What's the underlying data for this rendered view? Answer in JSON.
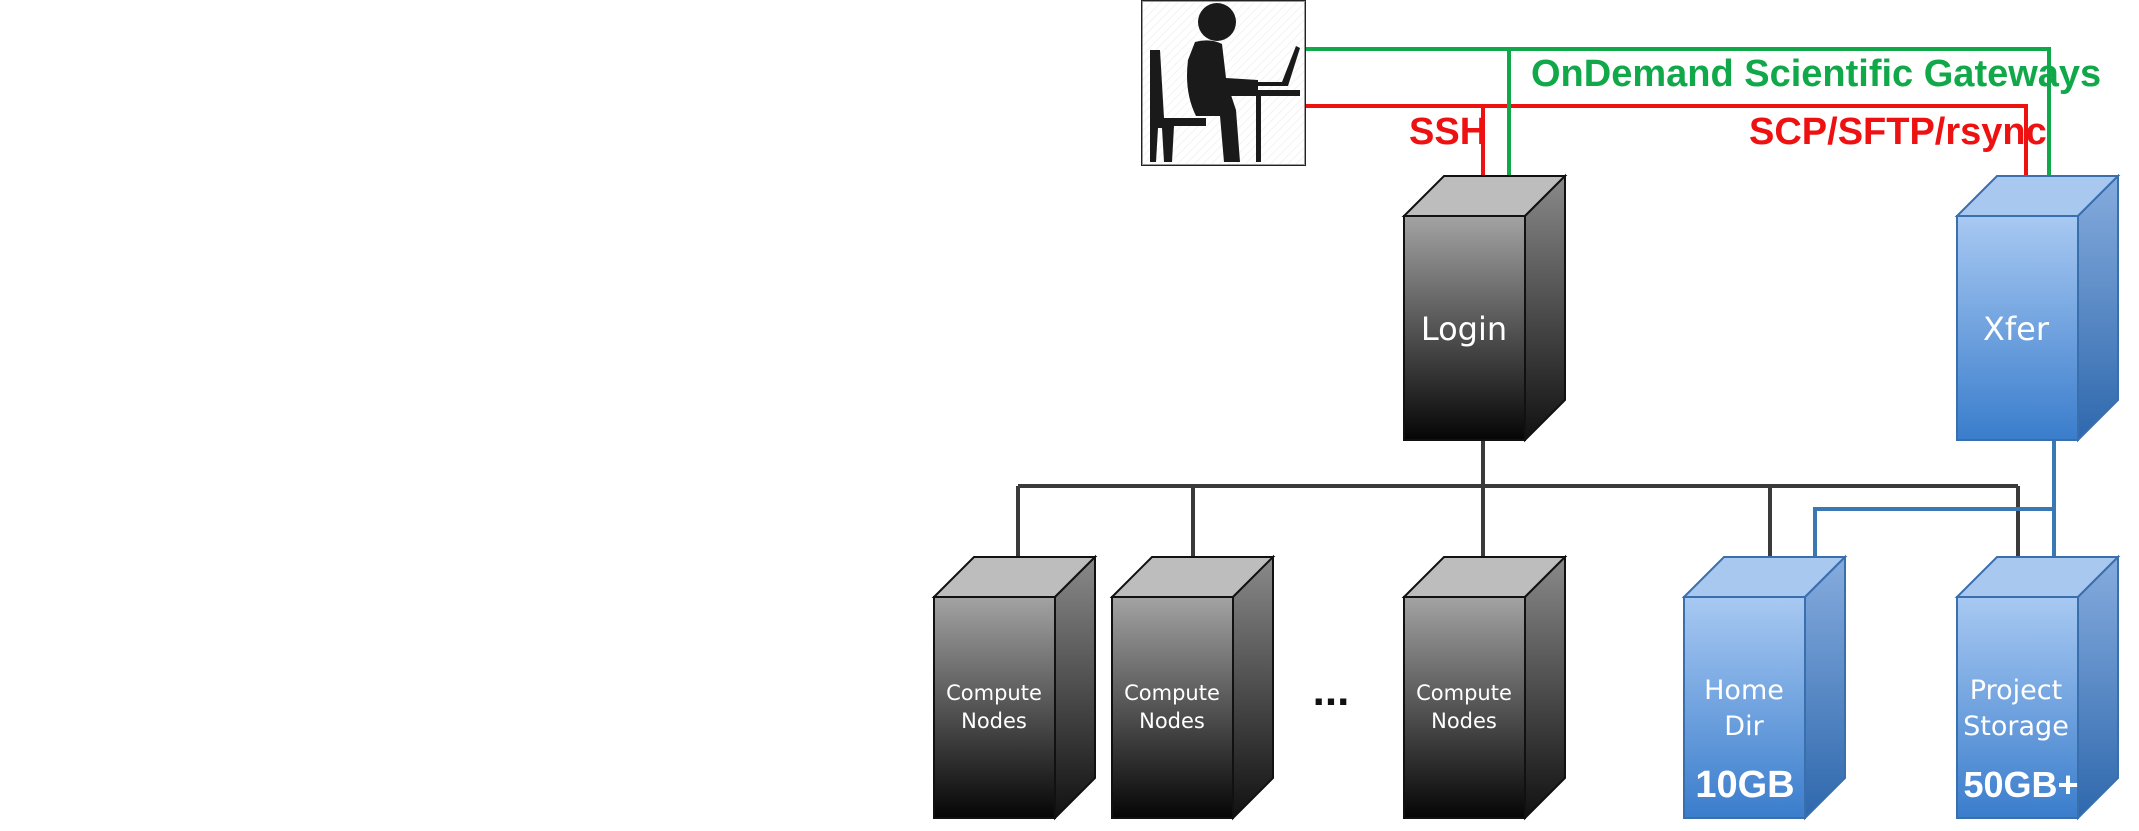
{
  "connections": {
    "ssh_label": "SSH",
    "transfer_label": "SCP/SFTP/rsync",
    "gateway_label": "OnDemand Scientific Gateways",
    "ssh_color": "#ee1111",
    "gateway_color": "#11a84a",
    "network_color": "#333333",
    "storage_link_color": "#3a78b5"
  },
  "user": {
    "icon": "user-at-laptop-icon"
  },
  "nodes": {
    "login": {
      "label": "Login"
    },
    "xfer": {
      "label": "Xfer"
    },
    "compute": [
      {
        "line1": "Compute",
        "line2": "Nodes"
      },
      {
        "line1": "Compute",
        "line2": "Nodes"
      },
      {
        "line1": "Compute",
        "line2": "Nodes"
      }
    ],
    "ellipsis": "...",
    "home": {
      "line1": "Home",
      "line2": "Dir",
      "size": "10GB"
    },
    "project": {
      "line1": "Project",
      "line2": "Storage",
      "size": "50GB+"
    }
  },
  "colors": {
    "server_gray_top": "#bdbdbd",
    "server_gray_front_top": "#9a9a9a",
    "server_gray_front_bottom": "#0a0a0a",
    "storage_blue_top": "#a9c8f0",
    "storage_blue_front_top": "#9fc2ee",
    "storage_blue_front_bottom": "#3d7fcc"
  }
}
